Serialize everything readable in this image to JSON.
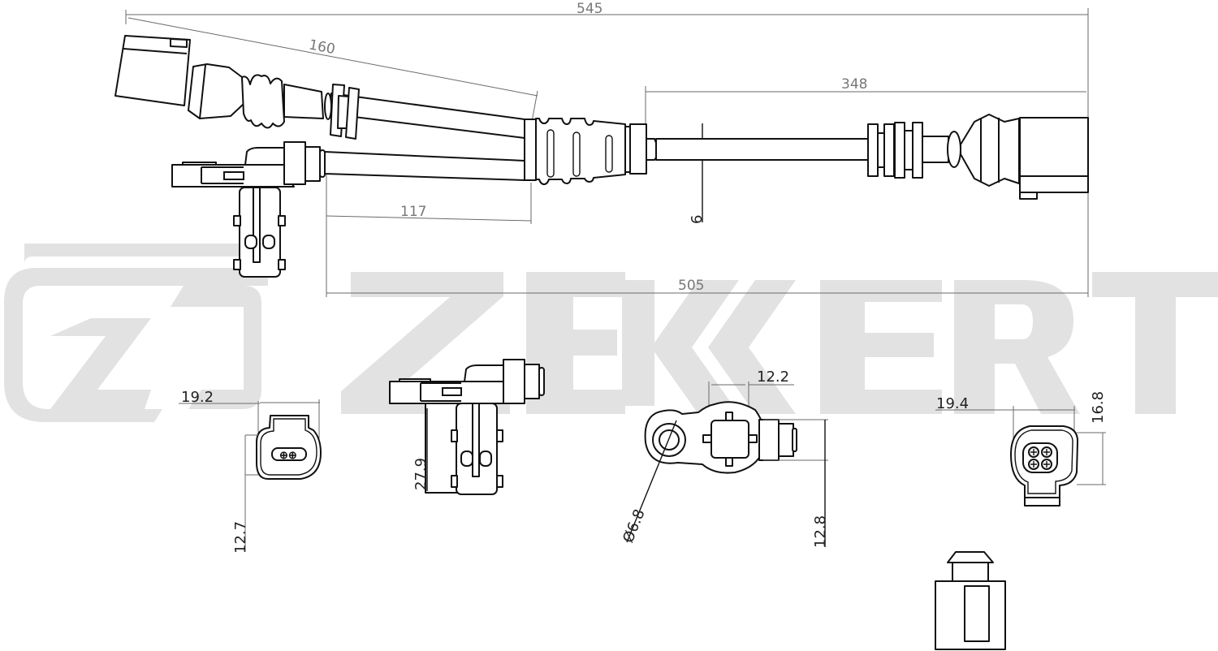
{
  "drawing": {
    "subject": "Wheel speed sensor (ABS) with dual harness",
    "watermark": {
      "brand": "ZEKERT",
      "logo": "z-square-logo",
      "color": "#e2e2e2"
    },
    "colors": {
      "outline": "#111111",
      "dimension_line": "#6a6a6a",
      "dimension_text": "#777777",
      "background": "#ffffff"
    },
    "units": "mm"
  },
  "dimensions": {
    "overall_length": "545",
    "branch_length": "160",
    "main_cable_length": "348",
    "cable_diameter": "6",
    "sensor_branch_length": "117",
    "sensor_to_connector": "505"
  },
  "detail_views": {
    "two_pin_connector": {
      "width": "19.2",
      "height": "12.7",
      "pins": 2
    },
    "sensor_side_view": {
      "height": "27.9"
    },
    "sensor_head_top_view": {
      "width": "12.2",
      "hole_diameter": "Ø6.8",
      "height": "12.8"
    },
    "four_pin_connector": {
      "width": "19.4",
      "height": "16.8",
      "pins": 4
    },
    "connector_side_view": {}
  }
}
